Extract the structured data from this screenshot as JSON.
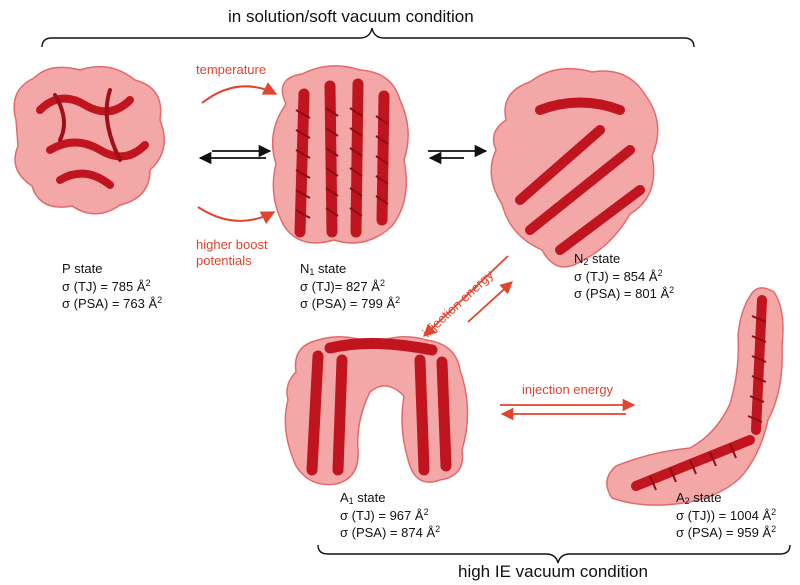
{
  "header": {
    "top": "in solution/soft vacuum condition",
    "bottom": "high IE vacuum condition"
  },
  "annotations": {
    "temperature": "temperature",
    "higher_boost_1": "higher boost",
    "higher_boost_2": "potentials",
    "injection_diag": "injection energy",
    "injection_horiz": "injection energy"
  },
  "colors": {
    "accent": "#e0452f",
    "protein_surface": "#f08a8a",
    "protein_helix": "#c0151e"
  },
  "states": [
    {
      "id": "P",
      "name": "P",
      "subscript": "",
      "suffix": " state",
      "tj_label": "σ (TJ) = ",
      "tj_value": "785",
      "psa_label": "σ (PSA) = ",
      "psa_value": "763",
      "unit": "Å",
      "unit_power": "2"
    },
    {
      "id": "N1",
      "name": "N",
      "subscript": "1",
      "suffix": " state",
      "tj_label": "σ (TJ)= ",
      "tj_value": "827",
      "psa_label": "σ (PSA) = ",
      "psa_value": "799",
      "unit": "Å",
      "unit_power": "2"
    },
    {
      "id": "N2",
      "name": "N",
      "subscript": "2",
      "suffix": " state",
      "tj_label": "σ (TJ) = ",
      "tj_value": "854",
      "psa_label": "σ (PSA) = ",
      "psa_value": "801",
      "unit": "Å",
      "unit_power": "2"
    },
    {
      "id": "A1",
      "name": "A",
      "subscript": "1",
      "suffix": " state",
      "tj_label": "σ (TJ) = ",
      "tj_value": "967",
      "psa_label": "σ (PSA) = ",
      "psa_value": "874",
      "unit": "Å",
      "unit_power": "2"
    },
    {
      "id": "A2",
      "name": "A",
      "subscript": "2",
      "suffix": " state",
      "tj_label": "σ (TJ)) = ",
      "tj_value": "1004",
      "psa_label": "σ (PSA) = ",
      "psa_value": "959",
      "unit": "Å",
      "unit_power": "2"
    }
  ]
}
